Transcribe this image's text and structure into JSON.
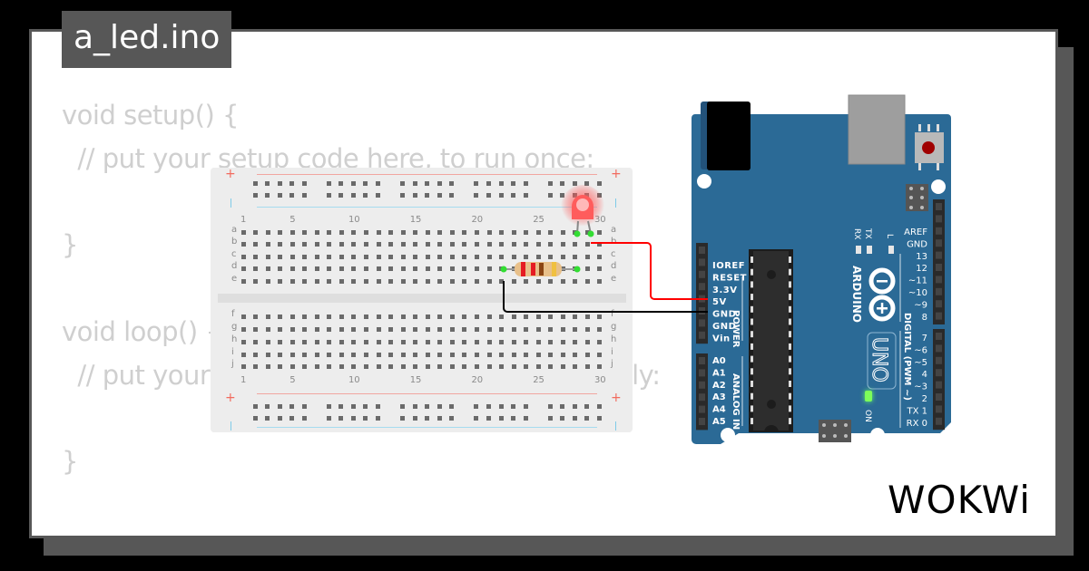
{
  "tab": {
    "filename": "a_led.ino"
  },
  "code": {
    "lines": [
      "void setup() {",
      "  // put your setup code here, to run once:",
      "",
      "}",
      "",
      "void loop() {",
      "  // put your main code here, to run repeatedly:",
      "",
      "}"
    ]
  },
  "breadboard": {
    "column_labels": [
      "1",
      "5",
      "10",
      "15",
      "20",
      "25",
      "30"
    ],
    "row_labels_top": [
      "a",
      "b",
      "c",
      "d",
      "e"
    ],
    "row_labels_bottom": [
      "f",
      "g",
      "h",
      "i",
      "j"
    ],
    "rail_plus": "+",
    "rail_minus": "-"
  },
  "arduino": {
    "model": "UNO",
    "brand": "ARDUINO",
    "power_header_title": "POWER",
    "power_pins": [
      "IOREF",
      "RESET",
      "3.3V",
      "5V",
      "GND",
      "GND",
      "Vin"
    ],
    "analog_header_title": "ANALOG IN",
    "analog_pins": [
      "A0",
      "A1",
      "A2",
      "A3",
      "A4",
      "A5"
    ],
    "digital_header_title": "DIGITAL (PWM ~)",
    "digital_pins_top": [
      "AREF",
      "GND",
      "13",
      "12",
      "~11",
      "~10",
      "~9",
      "8"
    ],
    "digital_pins_bottom": [
      "7",
      "~6",
      "~5",
      "4",
      "~3",
      "2",
      "TX 1",
      "RX 0"
    ],
    "tx_label": "TX",
    "rx_label": "RX",
    "l_label": "L",
    "on_label": "ON"
  },
  "components": {
    "led": {
      "color": "red",
      "state": "on"
    },
    "resistor": {
      "bands": [
        "#e51c23",
        "#e51c23",
        "#8b4513",
        "#f0c040"
      ]
    },
    "wires": [
      {
        "from": "breadboard b29",
        "to": "5V",
        "color": "#ff0000"
      },
      {
        "from": "breadboard e22",
        "to": "GND",
        "color": "#000000"
      }
    ]
  },
  "colors": {
    "board_blue": "#2b6a96",
    "code_text": "#cfcfcf",
    "frame_gray": "#575757"
  },
  "brand": {
    "logo_text": "WOKWi"
  }
}
